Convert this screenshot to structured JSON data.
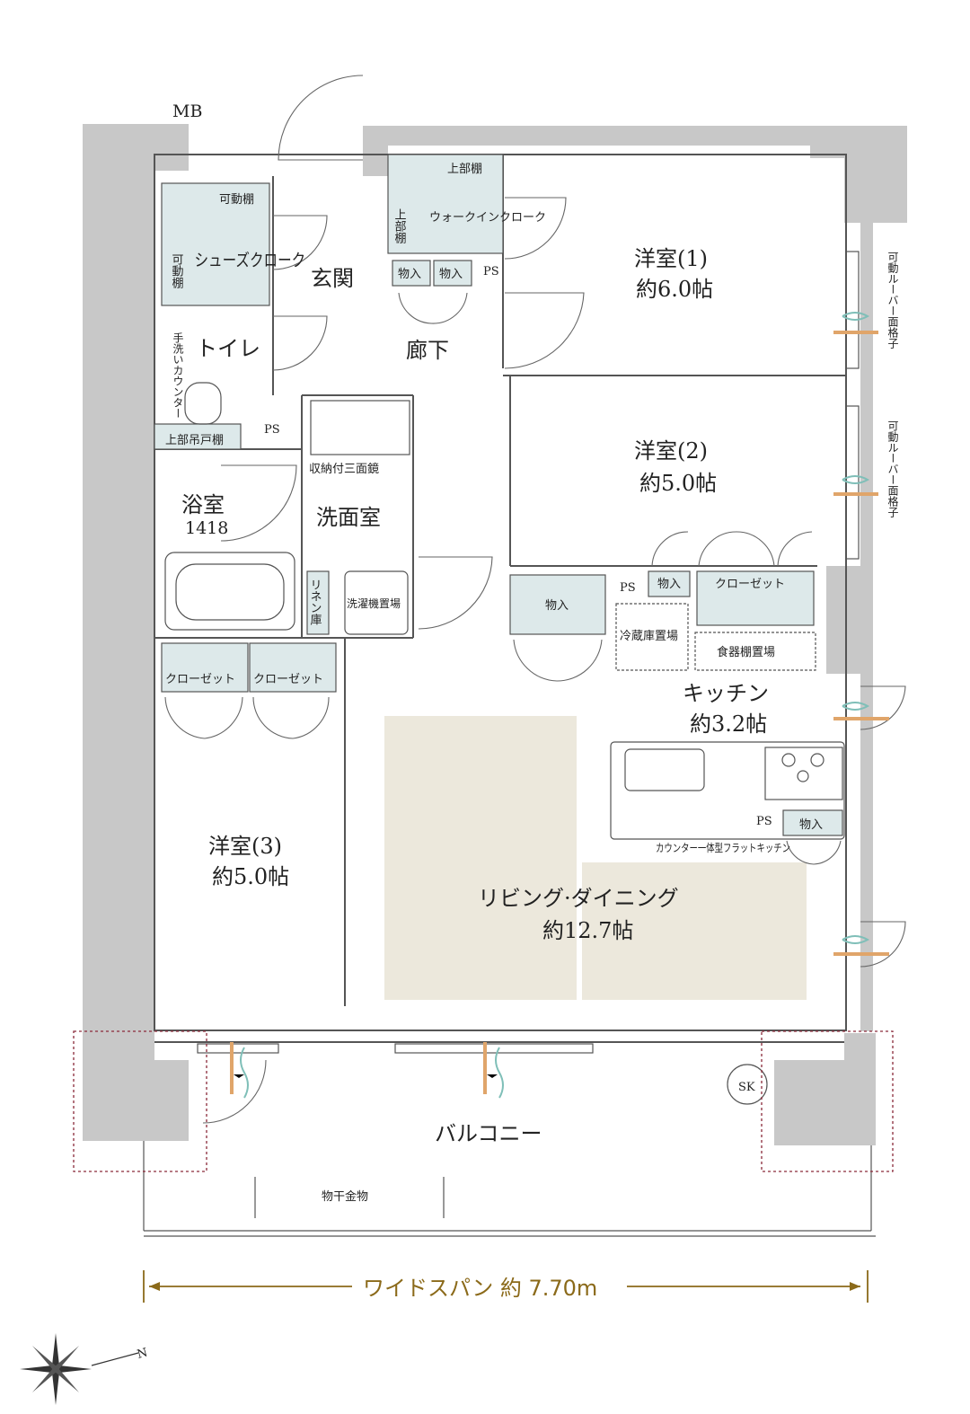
{
  "colors": {
    "wall": "#c8c8c8",
    "storage": "#dde9ea",
    "living_floor": "#ece8dc",
    "dining_floor": "#ece8dc",
    "wind_arrow": "#e0a56a",
    "wind_wave": "#7fbfb8",
    "span": "#8b6a1a",
    "marker_dash": "#8a2a3a"
  },
  "rooms": {
    "western1": {
      "name": "洋室(1)",
      "size": "約6.0帖"
    },
    "western2": {
      "name": "洋室(2)",
      "size": "約5.0帖"
    },
    "western3": {
      "name": "洋室(3)",
      "size": "約5.0帖"
    },
    "ld": {
      "name": "リビング·ダイニング",
      "size": "約12.7帖"
    },
    "kitchen": {
      "name": "キッチン",
      "size": "約3.2帖"
    },
    "bath": {
      "name": "浴室",
      "size": "1418"
    },
    "washroom": "洗面室",
    "entrance": "玄関",
    "hallway": "廊下",
    "toilet": "トイレ",
    "balcony": "バルコニー"
  },
  "labels": {
    "mb": "MB",
    "upper_shelf": "上部棚",
    "upper_shelf_v": "上部棚",
    "walkin": "ウォークインクローク",
    "movable_shelf_top": "可動棚",
    "movable_shelf_side": "可動棚",
    "shoes_cloak": "シューズクローク",
    "storage": "物入",
    "ps": "PS",
    "hand_wash_counter": "手洗いカウンター",
    "upper_hanging_shelf": "上部吊戸棚",
    "mirror": "収納付三面鏡",
    "linen": "リネン庫",
    "washer": "洗濯機置場",
    "closet": "クローゼット",
    "fridge": "冷蔵庫置場",
    "dish_shelf": "食器棚置場",
    "counter_kitchen": "カウンター一体型フラットキッチン",
    "louver": "可動ルーバー面格子",
    "sk": "SK",
    "clothes_hanger": "物干金物",
    "wide_span": "ワイドスパン 約 7.70m"
  },
  "compass": {
    "north": "N"
  }
}
